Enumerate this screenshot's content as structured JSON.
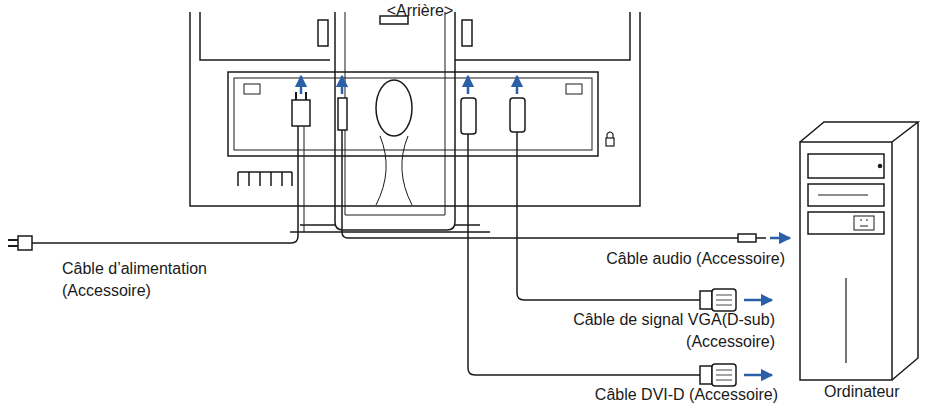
{
  "diagram": {
    "title": "<Arrière>",
    "nodes": [
      {
        "text": [
          "Ordinateur"
        ]
      }
    ],
    "labels": [
      "Câble d’alimentation (Accessoire)",
      "Câble audio (Accessoire)",
      "Câble de signal VGA(D-sub) (Accessoire)",
      "Câble DVI-D (Accessoire)"
    ]
  }
}
